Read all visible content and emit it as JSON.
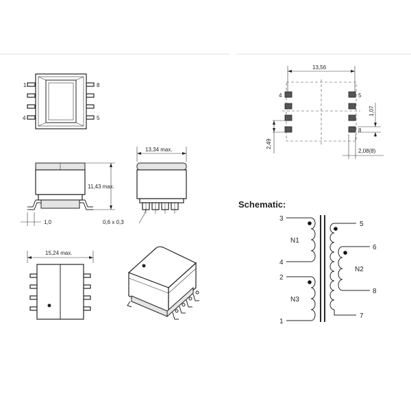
{
  "dimensions": {
    "top_width": "13,56",
    "pad_pitch": "1,07",
    "pad_offset": "2,49",
    "pad_size": "2,08(8)",
    "side_width": "13,34 max.",
    "height": "11,43 max.",
    "pin_span": "1,0",
    "pin_section": "0,6 x 0,3",
    "bottom_width": "15,24 max."
  },
  "package_pins": {
    "p1": "1",
    "p4": "4",
    "p5": "5",
    "p8": "8"
  },
  "footprint_pins": {
    "p4": "4",
    "p5": "5",
    "p8": "8"
  },
  "schematic": {
    "title": "Schematic:",
    "pins": {
      "p1": "1",
      "p2": "2",
      "p3": "3",
      "p4": "4",
      "p5": "5",
      "p6": "6",
      "p7": "7",
      "p8": "8"
    },
    "windings": {
      "n1": "N1",
      "n2": "N2",
      "n3": "N3"
    }
  }
}
